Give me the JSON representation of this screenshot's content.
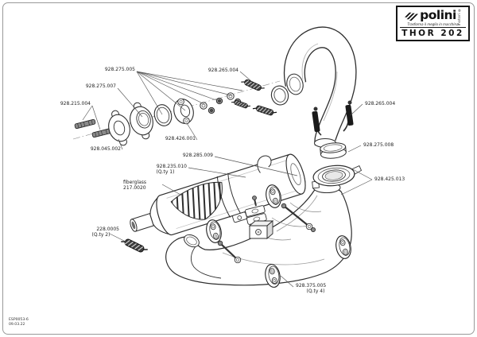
{
  "logo": {
    "brand": "polini",
    "brand_sub": "motori",
    "registered": "®",
    "tagline": "Trasforma il meglio in macchina",
    "model": "THOR 202"
  },
  "footer": {
    "doc_code": "ESP0053-6",
    "date": "09.03.22"
  },
  "labels": [
    {
      "code": "928.275.005"
    },
    {
      "code": "928.275.007"
    },
    {
      "code": "928.215.004"
    },
    {
      "code": "928.045.002"
    },
    {
      "code": "928.426.001"
    },
    {
      "code": "928.285.009"
    },
    {
      "code": "928.235.010",
      "qty": "(Q.ty 1)"
    },
    {
      "code": "fiberglass",
      "code2": "217.0020"
    },
    {
      "code": "228.0005",
      "qty": "(Q.ty 2)"
    },
    {
      "code": "928.265.004"
    },
    {
      "code": "928.265.004"
    },
    {
      "code": "928.275.008"
    },
    {
      "code": "928.425.013"
    },
    {
      "code": "928.375.005",
      "qty": "(Q.ty 4)"
    }
  ]
}
